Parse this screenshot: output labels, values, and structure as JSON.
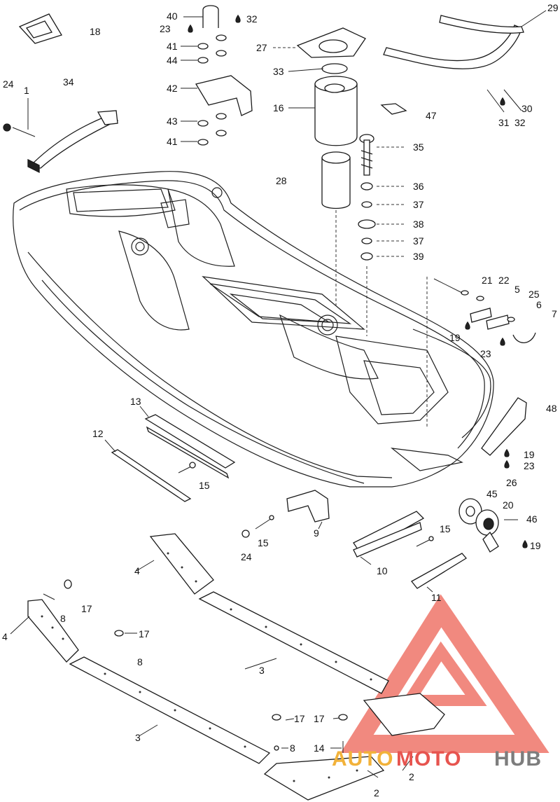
{
  "callouts": [
    {
      "id": "c18",
      "label": "18"
    },
    {
      "id": "c40",
      "label": "40"
    },
    {
      "id": "c32a",
      "label": "32"
    },
    {
      "id": "c23a",
      "label": "23"
    },
    {
      "id": "c41a",
      "label": "41"
    },
    {
      "id": "c44",
      "label": "44"
    },
    {
      "id": "c42",
      "label": "42"
    },
    {
      "id": "c43",
      "label": "43"
    },
    {
      "id": "c41b",
      "label": "41"
    },
    {
      "id": "c27",
      "label": "27"
    },
    {
      "id": "c33",
      "label": "33"
    },
    {
      "id": "c16",
      "label": "16"
    },
    {
      "id": "c47",
      "label": "47"
    },
    {
      "id": "c29",
      "label": "29"
    },
    {
      "id": "c30",
      "label": "30"
    },
    {
      "id": "c31",
      "label": "31"
    },
    {
      "id": "c32b",
      "label": "32"
    },
    {
      "id": "c24a",
      "label": "24"
    },
    {
      "id": "c1",
      "label": "1"
    },
    {
      "id": "c34",
      "label": "34"
    },
    {
      "id": "c35",
      "label": "35"
    },
    {
      "id": "c28",
      "label": "28"
    },
    {
      "id": "c36",
      "label": "36"
    },
    {
      "id": "c37a",
      "label": "37"
    },
    {
      "id": "c38",
      "label": "38"
    },
    {
      "id": "c37b",
      "label": "37"
    },
    {
      "id": "c39",
      "label": "39"
    },
    {
      "id": "c21",
      "label": "21"
    },
    {
      "id": "c22",
      "label": "22"
    },
    {
      "id": "c5",
      "label": "5"
    },
    {
      "id": "c25",
      "label": "25"
    },
    {
      "id": "c6",
      "label": "6"
    },
    {
      "id": "c7",
      "label": "7"
    },
    {
      "id": "c19a",
      "label": "19"
    },
    {
      "id": "c23b",
      "label": "23"
    },
    {
      "id": "c48",
      "label": "48"
    },
    {
      "id": "c19b",
      "label": "19"
    },
    {
      "id": "c23c",
      "label": "23"
    },
    {
      "id": "c26",
      "label": "26"
    },
    {
      "id": "c13",
      "label": "13"
    },
    {
      "id": "c12",
      "label": "12"
    },
    {
      "id": "c15a",
      "label": "15"
    },
    {
      "id": "c9",
      "label": "9"
    },
    {
      "id": "c15b",
      "label": "15"
    },
    {
      "id": "c24b",
      "label": "24"
    },
    {
      "id": "c45",
      "label": "45"
    },
    {
      "id": "c20",
      "label": "20"
    },
    {
      "id": "c46",
      "label": "46"
    },
    {
      "id": "c19c",
      "label": "19"
    },
    {
      "id": "c15c",
      "label": "15"
    },
    {
      "id": "c10",
      "label": "10"
    },
    {
      "id": "c11",
      "label": "11"
    },
    {
      "id": "c4a",
      "label": "4"
    },
    {
      "id": "c17a",
      "label": "17"
    },
    {
      "id": "c8a",
      "label": "8"
    },
    {
      "id": "c4b",
      "label": "4"
    },
    {
      "id": "c17b",
      "label": "17"
    },
    {
      "id": "c8b",
      "label": "8"
    },
    {
      "id": "c3a",
      "label": "3"
    },
    {
      "id": "c3b",
      "label": "3"
    },
    {
      "id": "c17c",
      "label": "17"
    },
    {
      "id": "c17d",
      "label": "17"
    },
    {
      "id": "c8c",
      "label": "8"
    },
    {
      "id": "c14",
      "label": "14"
    },
    {
      "id": "c2a",
      "label": "2"
    },
    {
      "id": "c2b",
      "label": "2"
    }
  ],
  "watermark": {
    "text_auto": "AUTO",
    "text_moto": "MOTO",
    "text_hub": "HUB",
    "color_auto": "#f2b23a",
    "color_moto": "#e7544f",
    "color_hub": "#7d7d7d",
    "triangle_color": "#ee7469"
  }
}
